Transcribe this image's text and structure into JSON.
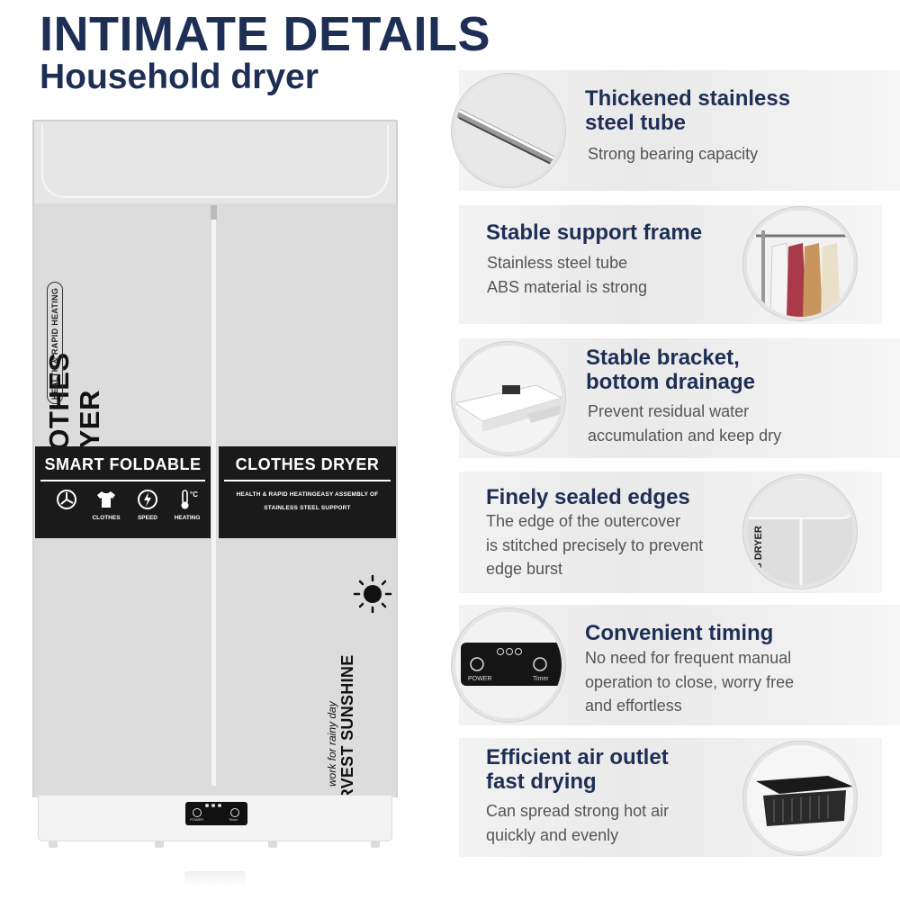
{
  "header": {
    "title": "INTIMATE DETAILS",
    "subtitle": "Household dryer"
  },
  "colors": {
    "heading": "#1e2f55",
    "band": "#1a1a1a",
    "cover": "#dcdcdc"
  },
  "dryer": {
    "vertical_title": "CLOTHES DRYER",
    "vertical_subtitle": "HEALTH & RAPID HEATING",
    "band_left_title": "SMART FOLDABLE",
    "band_right_title": "CLOTHES DRYER",
    "band_right_line1": "HEALTH & RAPID HEATINGEASY ASSEMBLY OF",
    "band_right_line2": "STAINLESS STEEL SUPPORT",
    "features": [
      {
        "icon": "fan-icon",
        "label": ""
      },
      {
        "icon": "shirt-icon",
        "label": "CLOTHES"
      },
      {
        "icon": "lightning-icon",
        "label": "SPEED"
      },
      {
        "icon": "thermometer-icon",
        "label": "HEATING"
      }
    ],
    "thermo_unit": "°C",
    "script_text": "work for rainy day",
    "brand_text": "HARVEST SUNSHINE",
    "panel_power": "POWER",
    "panel_timer": "Timer"
  },
  "cards": [
    {
      "title_l1": "Thickened stainless",
      "title_l2": "steel tube",
      "desc": [
        "Strong bearing capacity"
      ],
      "thumb_icon": "steel-tube-icon"
    },
    {
      "title_l1": "Stable support frame",
      "title_l2": "",
      "desc": [
        "Stainless steel tube",
        "ABS material is strong"
      ],
      "thumb_icon": "clothes-rack-icon"
    },
    {
      "title_l1": "Stable bracket,",
      "title_l2": "bottom drainage",
      "desc": [
        "Prevent residual water",
        "accumulation and keep dry"
      ],
      "thumb_icon": "bracket-icon"
    },
    {
      "title_l1": "Finely sealed edges",
      "title_l2": "",
      "desc": [
        "The edge of  the outercover",
        "is stitched precisely to prevent",
        "edge burst"
      ],
      "thumb_icon": "sealed-edge-icon",
      "thumb_text": "ES DRYER"
    },
    {
      "title_l1": "Convenient timing",
      "title_l2": "",
      "desc": [
        "No need for frequent manual",
        "operation to close, worry free",
        "and effortless"
      ],
      "thumb_icon": "control-panel-icon",
      "thumb_power": "POWER",
      "thumb_timer": "Timer"
    },
    {
      "title_l1": "Efficient air outlet",
      "title_l2": "fast drying",
      "desc": [
        "Can spread strong hot air",
        "quickly and evenly"
      ],
      "thumb_icon": "air-outlet-icon"
    }
  ]
}
